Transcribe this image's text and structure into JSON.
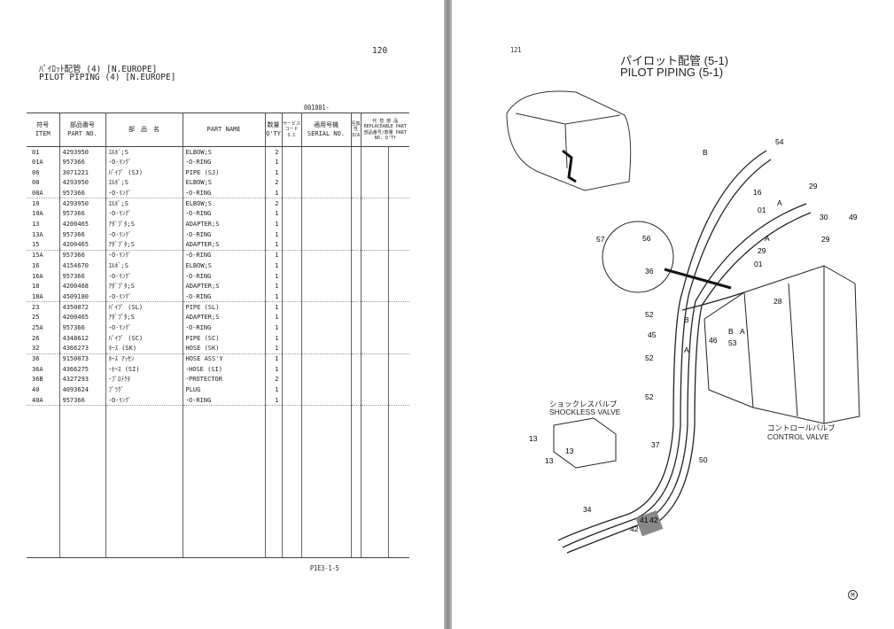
{
  "left_page": {
    "page_number": "120",
    "title_jp": "ﾊﾞｲﾛｯﾄ配管 (4) [N.EUROPE]",
    "title_en": "PILOT PIPING (4) [N.EUROPE]",
    "serial_range": "001001-",
    "headers": {
      "item_jp": "符号",
      "item_en": "ITEM",
      "part_no_jp": "部品番号",
      "part_no_en": "PART NO.",
      "name_jp": "部　品　名",
      "part_name": "PART NAME",
      "qty_jp": "数量",
      "qty_en": "Q'TY",
      "sc_jp": "サービスコード",
      "sc_en": "S.C",
      "serial_jp": "適用号機",
      "serial_en": "SERIAL NO.",
      "ica_jp": "互換性",
      "ica_en": "ICA",
      "repl_jp": "代 替 部 品",
      "repl_en": "REPLACEABLE PART",
      "repl_part_jp": "部品番号",
      "repl_part_en": "PART NO.",
      "repl_qty_jp": "数量",
      "repl_qty_en": "Q'TY"
    },
    "rows": [
      {
        "item": "01",
        "part_no": "4293950",
        "name_jp": "ｴﾙﾎﾞ;S",
        "part_name": "ELBOW;S",
        "qty": "2"
      },
      {
        "item": "01A",
        "part_no": "957366",
        "name_jp": "･O-ﾘﾝｸﾞ",
        "part_name": "･O-RING",
        "qty": "1"
      },
      {
        "item": "06",
        "part_no": "3071221",
        "name_jp": "ﾊﾟｲﾌﾟ (SJ)",
        "part_name": "PIPE (SJ)",
        "qty": "1"
      },
      {
        "item": "08",
        "part_no": "4293950",
        "name_jp": "ｴﾙﾎﾞ;S",
        "part_name": "ELBOW;S",
        "qty": "2"
      },
      {
        "item": "08A",
        "part_no": "957366",
        "name_jp": "･O-ﾘﾝｸﾞ",
        "part_name": "･O-RING",
        "qty": "1"
      },
      {
        "item": "10",
        "part_no": "4293950",
        "name_jp": "ｴﾙﾎﾞ;S",
        "part_name": "ELBOW;S",
        "qty": "2"
      },
      {
        "item": "10A",
        "part_no": "957366",
        "name_jp": "･O-ﾘﾝｸﾞ",
        "part_name": "･O-RING",
        "qty": "1"
      },
      {
        "item": "13",
        "part_no": "4200465",
        "name_jp": "ｱﾀﾞﾌﾟﾀ;S",
        "part_name": "ADAPTER;S",
        "qty": "1"
      },
      {
        "item": "13A",
        "part_no": "957366",
        "name_jp": "･O-ﾘﾝｸﾞ",
        "part_name": "･O-RING",
        "qty": "1"
      },
      {
        "item": "15",
        "part_no": "4200465",
        "name_jp": "ｱﾀﾞﾌﾟﾀ;S",
        "part_name": "ADAPTER;S",
        "qty": "1"
      },
      {
        "item": "15A",
        "part_no": "957366",
        "name_jp": "･O-ﾘﾝｸﾞ",
        "part_name": "･O-RING",
        "qty": "1"
      },
      {
        "item": "16",
        "part_no": "4154670",
        "name_jp": "ｴﾙﾎﾞ;S",
        "part_name": "ELBOW;S",
        "qty": "1"
      },
      {
        "item": "16A",
        "part_no": "957366",
        "name_jp": "･O-ﾘﾝｸﾞ",
        "part_name": "･O-RING",
        "qty": "1"
      },
      {
        "item": "18",
        "part_no": "4200468",
        "name_jp": "ｱﾀﾞﾌﾟﾀ;S",
        "part_name": "ADAPTER;S",
        "qty": "1"
      },
      {
        "item": "18A",
        "part_no": "4509180",
        "name_jp": "･O-ﾘﾝｸﾞ",
        "part_name": "･O-RING",
        "qty": "1"
      },
      {
        "item": "23",
        "part_no": "4350072",
        "name_jp": "ﾊﾟｲﾌﾟ (SL)",
        "part_name": "PIPE (SL)",
        "qty": "1"
      },
      {
        "item": "25",
        "part_no": "4200465",
        "name_jp": "ｱﾀﾞﾌﾟﾀ;S",
        "part_name": "ADAPTER;S",
        "qty": "1"
      },
      {
        "item": "25A",
        "part_no": "957366",
        "name_jp": "･O-ﾘﾝｸﾞ",
        "part_name": "･O-RING",
        "qty": "1"
      },
      {
        "item": "26",
        "part_no": "4348612",
        "name_jp": "ﾊﾟｲﾌﾟ (SC)",
        "part_name": "PIPE (SC)",
        "qty": "1"
      },
      {
        "item": "32",
        "part_no": "4366273",
        "name_jp": "ﾎｰｽ (SK)",
        "part_name": "HOSE (SK)",
        "qty": "1"
      },
      {
        "item": "36",
        "part_no": "9150073",
        "name_jp": "ﾎｰｽ ｱｯｾﾝ",
        "part_name": "HOSE ASS'Y",
        "qty": "1"
      },
      {
        "item": "36A",
        "part_no": "4366275",
        "name_jp": "･ﾎｰｽ (SI)",
        "part_name": "･HOSE (SI)",
        "qty": "1"
      },
      {
        "item": "36B",
        "part_no": "4327293",
        "name_jp": "･ﾌﾟﾛﾃｸﾀ",
        "part_name": "･PROTECTOR",
        "qty": "2"
      },
      {
        "item": "40",
        "part_no": "4093624",
        "name_jp": "ﾌﾟﾗｸﾞ",
        "part_name": "PLUG",
        "qty": "1"
      },
      {
        "item": "40A",
        "part_no": "957366",
        "name_jp": "･O-ﾘﾝｸﾞ",
        "part_name": "･O-RING",
        "qty": "1"
      }
    ],
    "footer_code": "P1E3-1-5"
  },
  "right_page": {
    "page_number": "121",
    "title_jp": "パイロット配管 (5-1)",
    "title_en": "PILOT PIPING (5-1)",
    "shockless_jp": "ショックレスバルブ",
    "shockless_en": "SHOCKLESS VALVE",
    "control_jp": "コントロールバルブ",
    "control_en": "CONTROL VALVE",
    "callouts": [
      "54",
      "29",
      "16",
      "01",
      "30",
      "49",
      "56",
      "57",
      "29",
      "29",
      "36",
      "01",
      "28",
      "52",
      "45",
      "46",
      "53",
      "52",
      "52",
      "13",
      "37",
      "50",
      "13",
      "13",
      "34",
      "42",
      "41",
      "42",
      "A",
      "B",
      "A",
      "B",
      "A",
      "B",
      "A"
    ],
    "mark": "M"
  }
}
